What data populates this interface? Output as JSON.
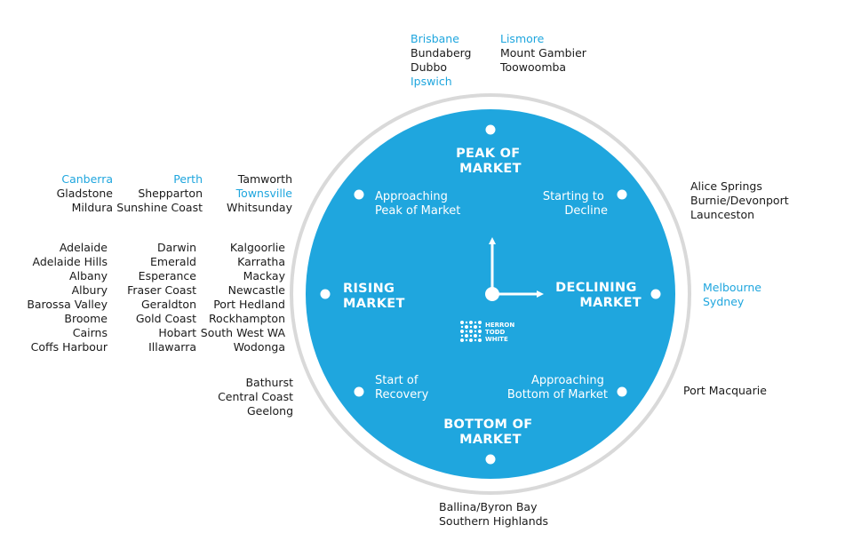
{
  "colors": {
    "accent": "#1fa6de",
    "ring": "#d9d9d9",
    "text": "#1a1a1a",
    "dial_text": "#ffffff"
  },
  "phases": {
    "peak": [
      "PEAK OF",
      "MARKET"
    ],
    "approaching_peak": [
      "Approaching",
      "Peak of Market"
    ],
    "starting_decline": [
      "Starting to",
      "Decline"
    ],
    "rising": [
      "RISING",
      "MARKET"
    ],
    "declining": [
      "DECLINING",
      "MARKET"
    ],
    "start_recovery": [
      "Start of",
      "Recovery"
    ],
    "approaching_bottom": [
      "Approaching",
      "Bottom of Market"
    ],
    "bottom": [
      "BOTTOM OF",
      "MARKET"
    ]
  },
  "logo": [
    "HERRON",
    "TODD",
    "WHITE"
  ],
  "cities": {
    "peak_left": [
      {
        "name": "Brisbane",
        "highlight": true
      },
      {
        "name": "Bundaberg",
        "highlight": false
      },
      {
        "name": "Dubbo",
        "highlight": false
      },
      {
        "name": "Ipswich",
        "highlight": true
      }
    ],
    "peak_right": [
      {
        "name": "Lismore",
        "highlight": true
      },
      {
        "name": "Mount Gambier",
        "highlight": false
      },
      {
        "name": "Toowoomba",
        "highlight": false
      }
    ],
    "approaching_peak_c1": [
      {
        "name": "Canberra",
        "highlight": true
      },
      {
        "name": "Gladstone",
        "highlight": false
      },
      {
        "name": "Mildura",
        "highlight": false
      }
    ],
    "approaching_peak_c2": [
      {
        "name": "Perth",
        "highlight": true
      },
      {
        "name": "Shepparton",
        "highlight": false
      },
      {
        "name": "Sunshine Coast",
        "highlight": false
      }
    ],
    "approaching_peak_c3": [
      {
        "name": "Tamworth",
        "highlight": false
      },
      {
        "name": "Townsville",
        "highlight": true
      },
      {
        "name": "Whitsunday",
        "highlight": false
      }
    ],
    "starting_decline": [
      {
        "name": "Alice Springs",
        "highlight": false
      },
      {
        "name": "Burnie/Devonport",
        "highlight": false
      },
      {
        "name": "Launceston",
        "highlight": false
      }
    ],
    "rising_c1": [
      {
        "name": "Adelaide",
        "highlight": false
      },
      {
        "name": "Adelaide Hills",
        "highlight": false
      },
      {
        "name": "Albany",
        "highlight": false
      },
      {
        "name": "Albury",
        "highlight": false
      },
      {
        "name": "Barossa Valley",
        "highlight": false
      },
      {
        "name": "Broome",
        "highlight": false
      },
      {
        "name": "Cairns",
        "highlight": false
      },
      {
        "name": "Coffs Harbour",
        "highlight": false
      }
    ],
    "rising_c2": [
      {
        "name": "Darwin",
        "highlight": false
      },
      {
        "name": "Emerald",
        "highlight": false
      },
      {
        "name": "Esperance",
        "highlight": false
      },
      {
        "name": "Fraser Coast",
        "highlight": false
      },
      {
        "name": "Geraldton",
        "highlight": false
      },
      {
        "name": "Gold Coast",
        "highlight": false
      },
      {
        "name": "Hobart",
        "highlight": false
      },
      {
        "name": "Illawarra",
        "highlight": false
      }
    ],
    "rising_c3": [
      {
        "name": "Kalgoorlie",
        "highlight": false
      },
      {
        "name": "Karratha",
        "highlight": false
      },
      {
        "name": "Mackay",
        "highlight": false
      },
      {
        "name": "Newcastle",
        "highlight": false
      },
      {
        "name": "Port Hedland",
        "highlight": false
      },
      {
        "name": "Rockhampton",
        "highlight": false
      },
      {
        "name": "South West WA",
        "highlight": false
      },
      {
        "name": "Wodonga",
        "highlight": false
      }
    ],
    "declining": [
      {
        "name": "Melbourne",
        "highlight": true
      },
      {
        "name": "Sydney",
        "highlight": true
      }
    ],
    "start_recovery": [
      {
        "name": "Bathurst",
        "highlight": false
      },
      {
        "name": "Central Coast",
        "highlight": false
      },
      {
        "name": "Geelong",
        "highlight": false
      }
    ],
    "approaching_bottom": [
      {
        "name": "Port Macquarie",
        "highlight": false
      }
    ],
    "bottom": [
      {
        "name": "Ballina/Byron Bay",
        "highlight": false
      },
      {
        "name": "Southern Highlands",
        "highlight": false
      }
    ]
  }
}
